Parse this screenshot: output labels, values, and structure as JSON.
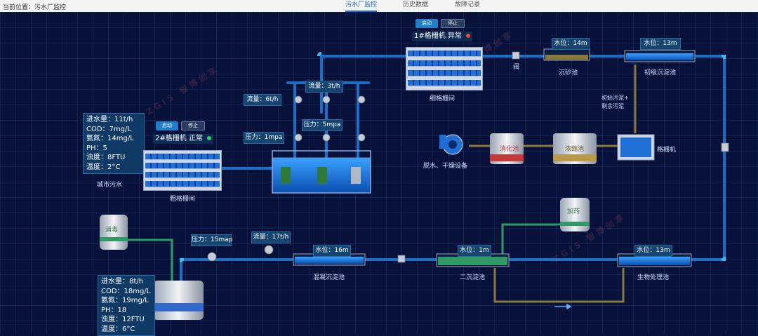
{
  "header": {
    "location_label": "当前位置：",
    "location_value": "污水厂监控",
    "tabs": [
      {
        "label": "污水厂监控",
        "active": true
      },
      {
        "label": "历史数据",
        "active": false
      },
      {
        "label": "故障记录",
        "active": false
      }
    ]
  },
  "colors": {
    "pipe": "#1a6fc2",
    "pipe_glow": "#30c0f0",
    "sludge_pipe": "#8a7a3a",
    "green_pipe": "#2f9a66",
    "status_ok": "#2ecc71",
    "status_err": "#e74c3c"
  },
  "inlet": {
    "lines": [
      "进水量：11t/h",
      "COD：7mg/L",
      "氨氮：14mg/L",
      "PH：5",
      "浊度：8FTU",
      "温度：2°C"
    ],
    "label": "城市污水"
  },
  "outlet": {
    "lines": [
      "进水量：8t/h",
      "COD：18mg/L",
      "氨氮：19mg/L",
      "PH：18",
      "浊度：12FTU",
      "温度：6°C"
    ]
  },
  "coarse_screen": {
    "start_label": "启动",
    "stop_label": "停止",
    "status_name": "2#格栅机",
    "status_text": "正常",
    "status": "ok",
    "label": "粗格栅间"
  },
  "fine_screen": {
    "start_label": "启动",
    "stop_label": "停止",
    "status_name": "1#格栅机",
    "status_text": "异常",
    "status": "error",
    "label": "细格栅间"
  },
  "pump_station": {
    "flow1": "流量：6t/h",
    "flow2": "流量：3t/h",
    "pressure1": "压力：1mpa",
    "pressure2": "压力：5mpa"
  },
  "valve_label": "阀",
  "grit_tank": {
    "level": "水位：14m",
    "label": "沉砂池"
  },
  "primary_tank": {
    "level": "水位：13m",
    "label": "初级沉淀池"
  },
  "sludge_note": [
    "初始污泥+",
    "剩余污泥"
  ],
  "screen_machine_label": "格栅机",
  "digester_label": "消化池",
  "thickener_label": "浓缩池",
  "dewater_label": "脱水、干燥设备",
  "disinfect_label": "消毒",
  "dosing_label": "加药",
  "outlet_pressure": "压力：15map",
  "outlet_flow": "流量：17t/h",
  "coag_tank": {
    "level": "水位：16m",
    "label": "混凝沉淀池"
  },
  "secondary_tank": {
    "level": "水位：1m",
    "label": "二沉淀池"
  },
  "bio_tank": {
    "level": "水位：13m",
    "label": "生物处理池"
  },
  "watermark": "ZGIS 智博创享"
}
